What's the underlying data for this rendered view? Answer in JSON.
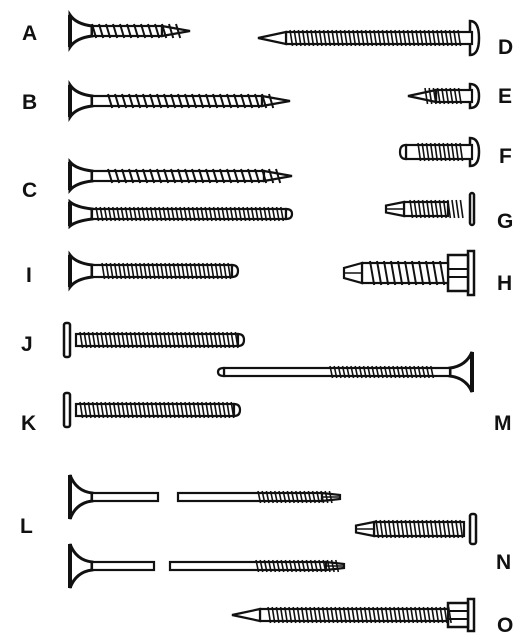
{
  "labels": {
    "A": "A",
    "B": "B",
    "C": "C",
    "D": "D",
    "E": "E",
    "F": "F",
    "G": "G",
    "H": "H",
    "I": "I",
    "J": "J",
    "K": "K",
    "L": "L",
    "M": "M",
    "N": "N",
    "O": "O"
  },
  "screws": [
    {
      "id": "A",
      "head": "bugle",
      "tip": "sharp",
      "thread": "coarse",
      "direction": "right"
    },
    {
      "id": "B",
      "head": "bugle",
      "tip": "sharp",
      "thread": "coarse",
      "direction": "right"
    },
    {
      "id": "C1",
      "head": "bugle",
      "tip": "sharp",
      "thread": "coarse",
      "direction": "right"
    },
    {
      "id": "C2",
      "head": "bugle",
      "tip": "blunt",
      "thread": "fine",
      "direction": "right"
    },
    {
      "id": "D",
      "head": "pan",
      "tip": "sharp",
      "thread": "fine",
      "direction": "left"
    },
    {
      "id": "E",
      "head": "pan",
      "tip": "sharp",
      "thread": "fine",
      "direction": "left"
    },
    {
      "id": "F",
      "head": "pan",
      "tip": "blunt",
      "thread": "fine",
      "direction": "left"
    },
    {
      "id": "G",
      "head": "flat",
      "tip": "drill",
      "thread": "fine",
      "direction": "left"
    },
    {
      "id": "H",
      "head": "hex-washer",
      "tip": "drill",
      "thread": "coarse",
      "direction": "left"
    },
    {
      "id": "I",
      "head": "bugle",
      "tip": "blunt",
      "thread": "fine",
      "direction": "right"
    },
    {
      "id": "J",
      "head": "wafer",
      "tip": "blunt",
      "thread": "fine",
      "direction": "right"
    },
    {
      "id": "M",
      "head": "bugle",
      "tip": "blunt",
      "thread": "fine",
      "direction": "left"
    },
    {
      "id": "K",
      "head": "wafer",
      "tip": "blunt",
      "thread": "fine",
      "direction": "right"
    },
    {
      "id": "L1",
      "head": "bugle",
      "tip": "drill",
      "thread": "fine",
      "direction": "right"
    },
    {
      "id": "L2",
      "head": "bugle",
      "tip": "drill",
      "thread": "fine",
      "direction": "right"
    },
    {
      "id": "N",
      "head": "wafer",
      "tip": "drill",
      "thread": "fine",
      "direction": "left"
    },
    {
      "id": "O",
      "head": "hex-washer",
      "tip": "sharp",
      "thread": "fine",
      "direction": "left"
    }
  ]
}
